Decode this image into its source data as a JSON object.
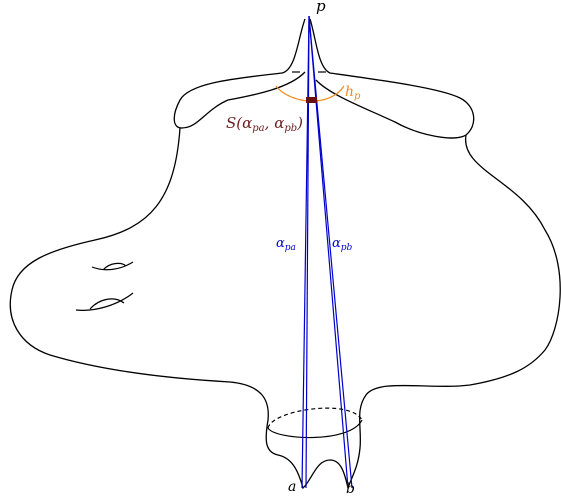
{
  "labels": {
    "p": "p",
    "a": "a",
    "b": "b",
    "h_p": "h",
    "h_p_sub": "p",
    "alpha_pa": "α",
    "alpha_pa_sub": "pa",
    "alpha_pb": "α",
    "alpha_pb_sub": "pb",
    "s_label_prefix": "S(",
    "s_alpha1": "α",
    "s_alpha1_sub": "pa",
    "s_sep": ", ",
    "s_alpha2": "α",
    "s_alpha2_sub": "pb",
    "s_suffix": ")"
  },
  "colors": {
    "outline": "#000000",
    "geodesics": "#0000cc",
    "horocycle": "#f08c1e",
    "sector_label": "#6b1f1f",
    "sector_mark": "#6b1010"
  }
}
